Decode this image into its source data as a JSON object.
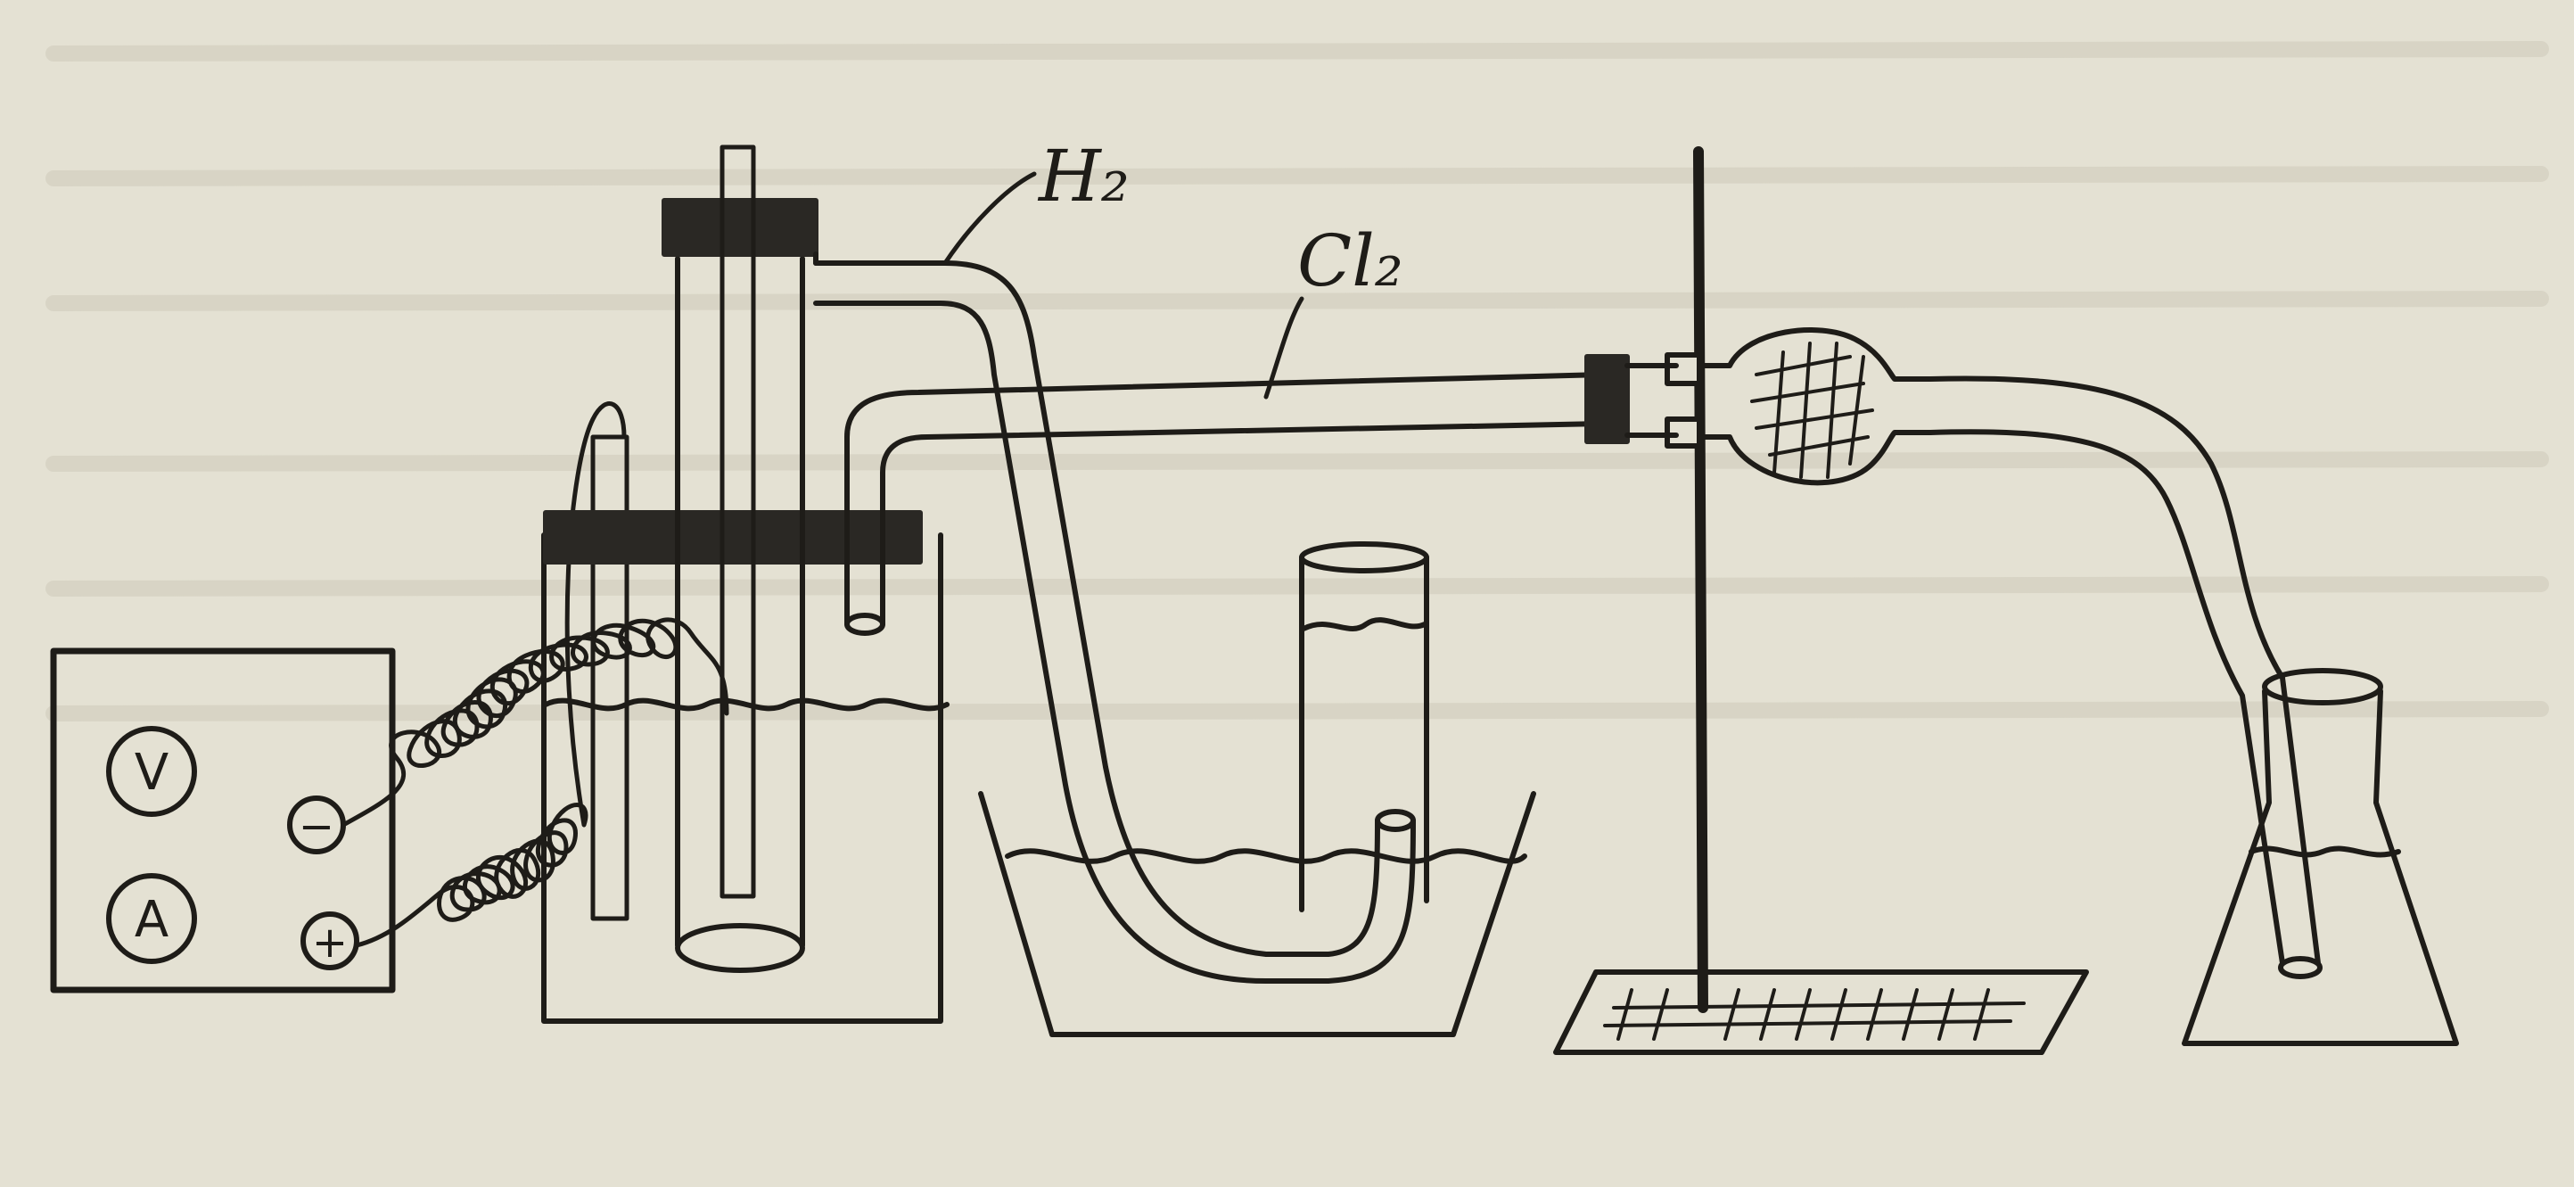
{
  "labels": {
    "hydrogen": "H₂",
    "chlorine": "Cl₂"
  },
  "power_supply": {
    "voltmeter": "V",
    "ammeter": "A",
    "minus": "−",
    "plus": "+"
  },
  "colors": {
    "paper": "#e4e1d3",
    "ink": "#1e1c18",
    "stopper": "#2a2824",
    "paper_shadow": "#d8d4c4"
  }
}
